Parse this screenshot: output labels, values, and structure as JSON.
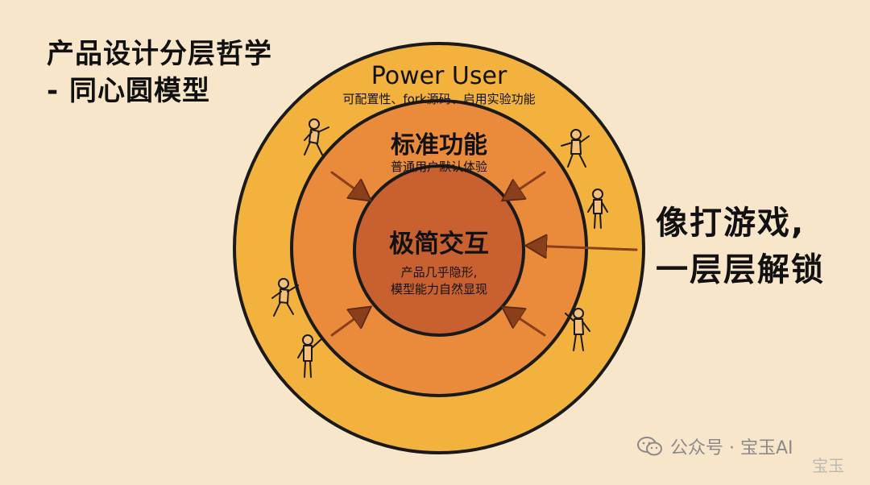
{
  "title": {
    "line1": "产品设计分层哲学",
    "line2": "- 同心圆模型"
  },
  "outer_ring": {
    "title": "Power User",
    "subtitle": "可配置性、fork源码、启用实验功能"
  },
  "middle_ring": {
    "title": "标准功能",
    "subtitle": "普通用户默认体验"
  },
  "inner_core": {
    "title": "极简交互",
    "subtitle_line1": "产品几乎隐形,",
    "subtitle_line2": "模型能力自然显现"
  },
  "side_note": {
    "line1": "像打游戏,",
    "line2": "一层层解锁"
  },
  "watermark": {
    "icon": "wechat-icon",
    "text": "公众号 · 宝玉AI",
    "corner": "宝玉"
  },
  "colors": {
    "background": "#f8e6cb",
    "outer_ring": "#f3b23e",
    "middle_ring": "#e98b3b",
    "inner_core": "#c8612f",
    "outline": "#1a1a1a"
  }
}
